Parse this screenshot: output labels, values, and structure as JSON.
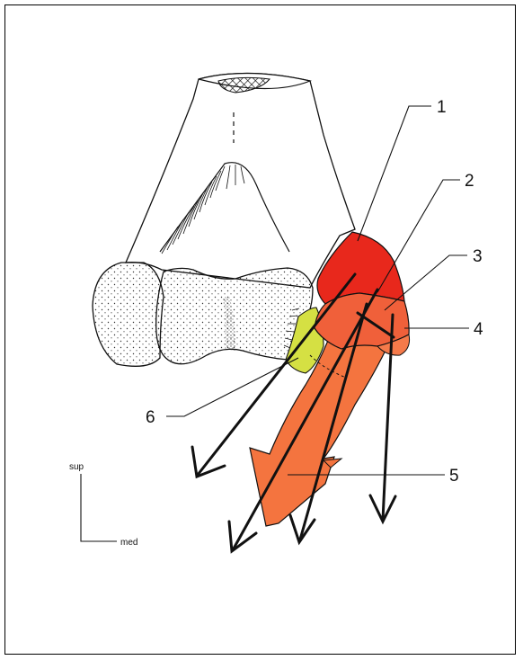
{
  "labels": {
    "l1": "1",
    "l2": "2",
    "l3": "3",
    "l4": "4",
    "l5": "5",
    "l6": "6"
  },
  "orientation": {
    "vertical": "sup",
    "horizontal": "med"
  },
  "colors": {
    "muscle_red": "#e8281c",
    "muscle_orange_light": "#f57a4a",
    "muscle_orange_mid": "#f0603a",
    "tendon_orange": "#f4743f",
    "ligament_yellow": "#d5e043",
    "outline": "#111111",
    "bone_fill": "#ffffff"
  }
}
